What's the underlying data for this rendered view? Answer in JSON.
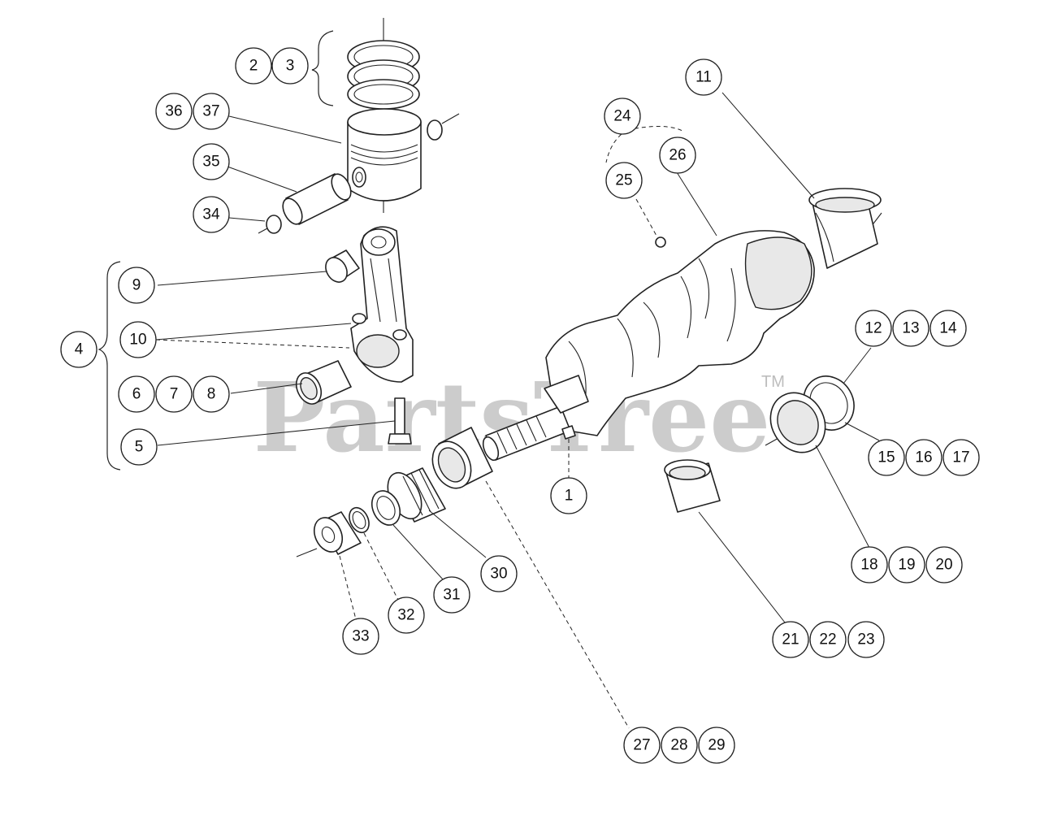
{
  "watermark": {
    "text": "PartsTree",
    "tm": "TM",
    "color": "#c9c9c9"
  },
  "callouts": [
    "1",
    "2",
    "3",
    "4",
    "5",
    "6",
    "7",
    "8",
    "9",
    "10",
    "11",
    "12",
    "13",
    "14",
    "15",
    "16",
    "17",
    "18",
    "19",
    "20",
    "21",
    "22",
    "23",
    "24",
    "25",
    "26",
    "27",
    "28",
    "29",
    "30",
    "31",
    "32",
    "33",
    "34",
    "35",
    "36",
    "37"
  ],
  "colors": {
    "line": "#222222",
    "background": "#ffffff"
  }
}
